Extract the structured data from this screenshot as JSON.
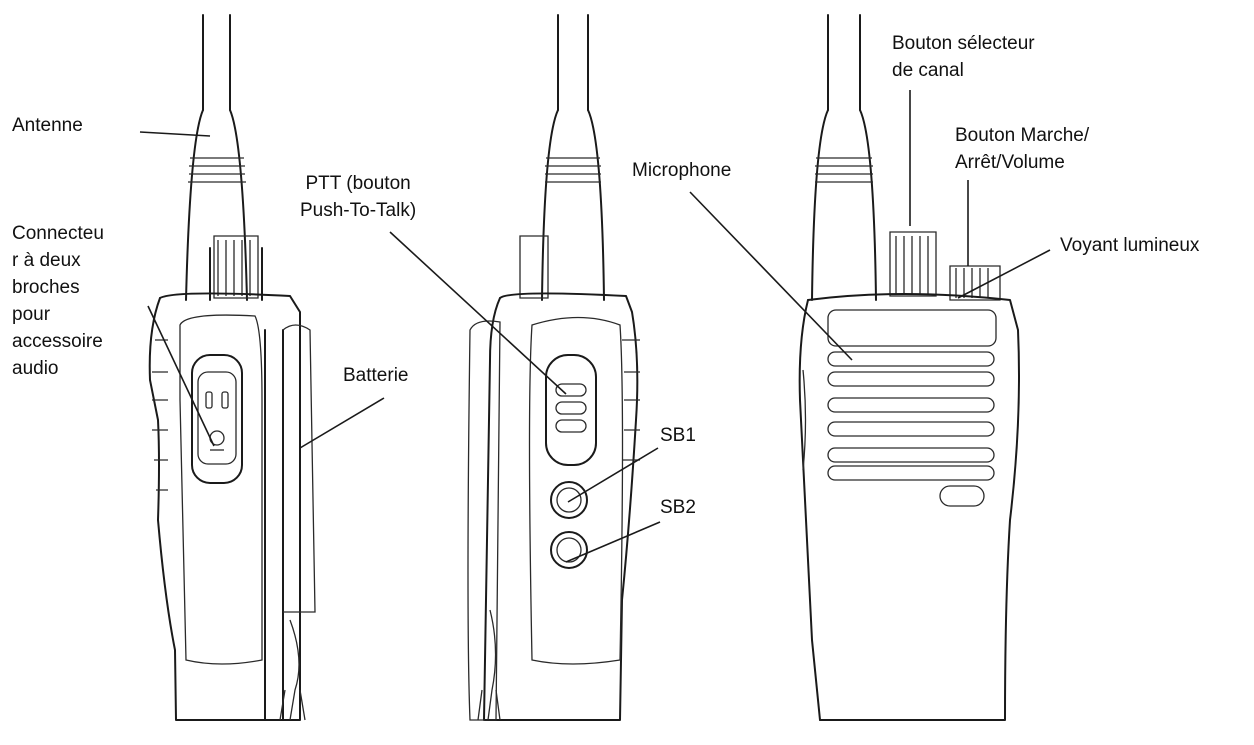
{
  "labels": {
    "antenna": "Antenne",
    "connector": "Connecteu\nr à deux\nbroches\npour\naccessoire\naudio",
    "battery": "Batterie",
    "ptt": "PTT (bouton\nPush-To-Talk)",
    "sb1": "SB1",
    "sb2": "SB2",
    "microphone": "Microphone",
    "channel_selector": "Bouton sélecteur\nde canal",
    "power_volume": "Bouton Marche/\nArrêt/Volume",
    "led": "Voyant lumineux"
  }
}
